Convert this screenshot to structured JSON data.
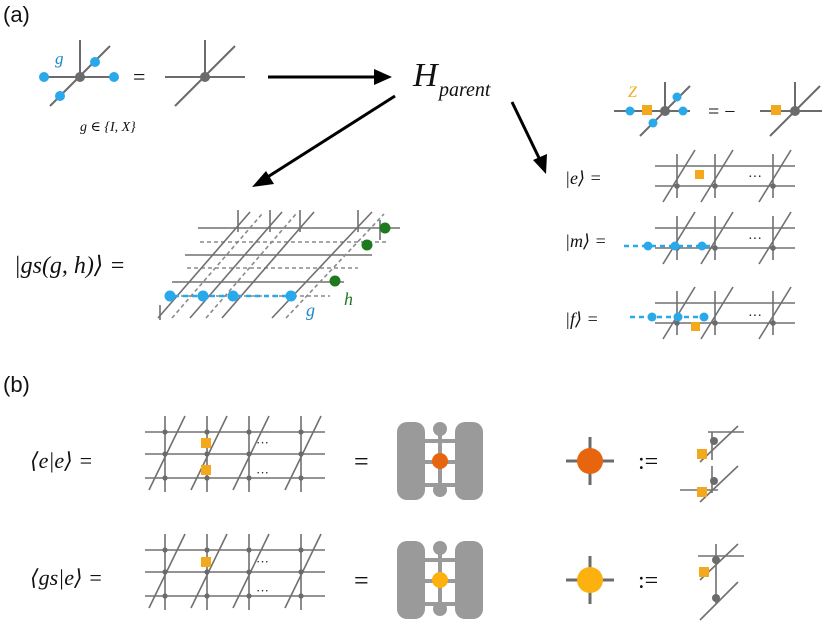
{
  "panel_a": {
    "label": "(a)",
    "g_label": "g",
    "equals": "=",
    "g_set": "g ∈ {I, X}",
    "H_main": "H",
    "H_sub": "parent",
    "gs_ket": "|gs(g, h)⟩ =",
    "gs_g": "g",
    "gs_h": "h",
    "z_label": "Z",
    "z_equals": "= −",
    "ket_e": "|e⟩ =",
    "ket_m": "|m⟩ =",
    "ket_f": "|f⟩ =",
    "ellipsis": "···"
  },
  "panel_b": {
    "label": "(b)",
    "ee": "⟨e|e⟩ =",
    "gse": "⟨gs|e⟩ =",
    "equals": "=",
    "defeq": ":=",
    "ellipsis": "···"
  },
  "colors": {
    "blue_dot": "#29a8ea",
    "green_dot": "#1f7a1f",
    "orange_square": "#f4a81c",
    "orange_tensor": "#e8650f",
    "yellow_tensor": "#fdb10f",
    "grey_tensor": "#9a9a9a"
  }
}
